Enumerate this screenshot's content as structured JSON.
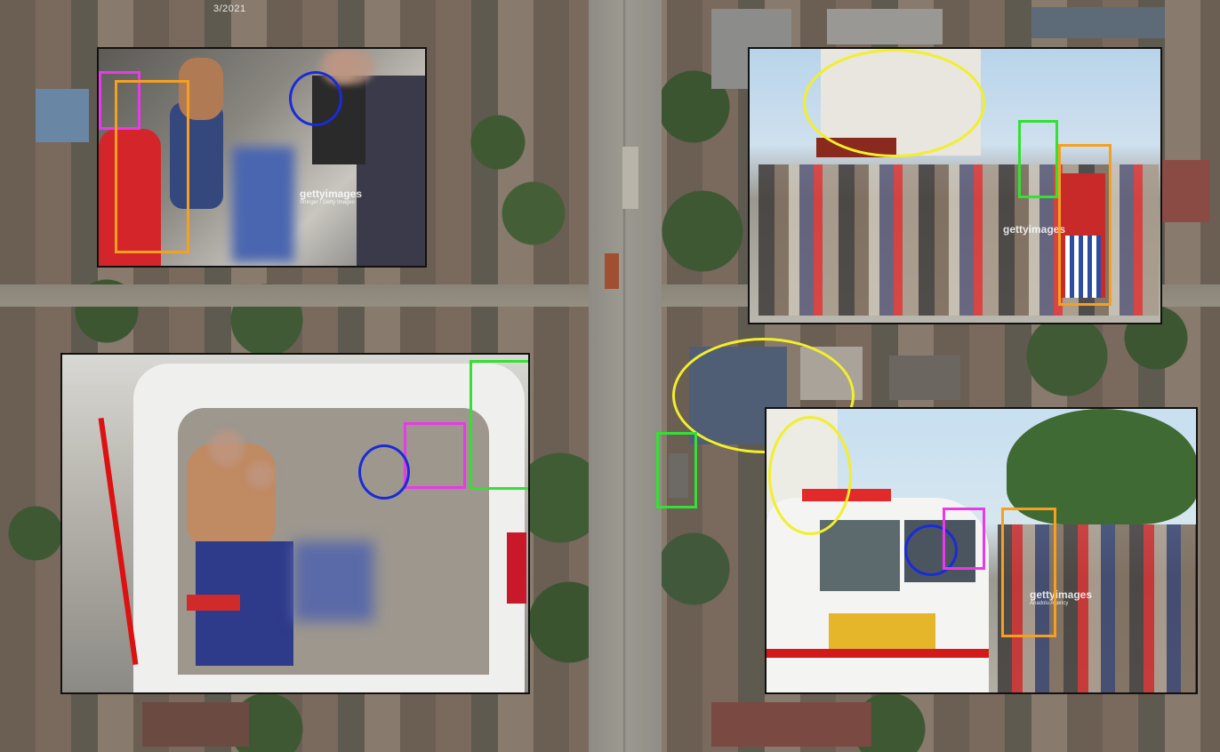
{
  "aerial": {
    "date_label": "3/2021"
  },
  "insets": {
    "top_left": {
      "watermark": "gettyimages",
      "watermark_sub": "Stringer / Getty Images"
    },
    "top_right": {
      "watermark": "gettyimages",
      "watermark_sub": ""
    },
    "bottom_left": {},
    "bottom_right": {
      "watermark": "gettyimages",
      "watermark_sub": "Anadolu Agency"
    }
  },
  "annotation_colors": {
    "orange": "#f5a020",
    "magenta": "#e83ae8",
    "green": "#33e033",
    "blue": "#1a2bd8",
    "yellow": "#f2ef2a"
  }
}
